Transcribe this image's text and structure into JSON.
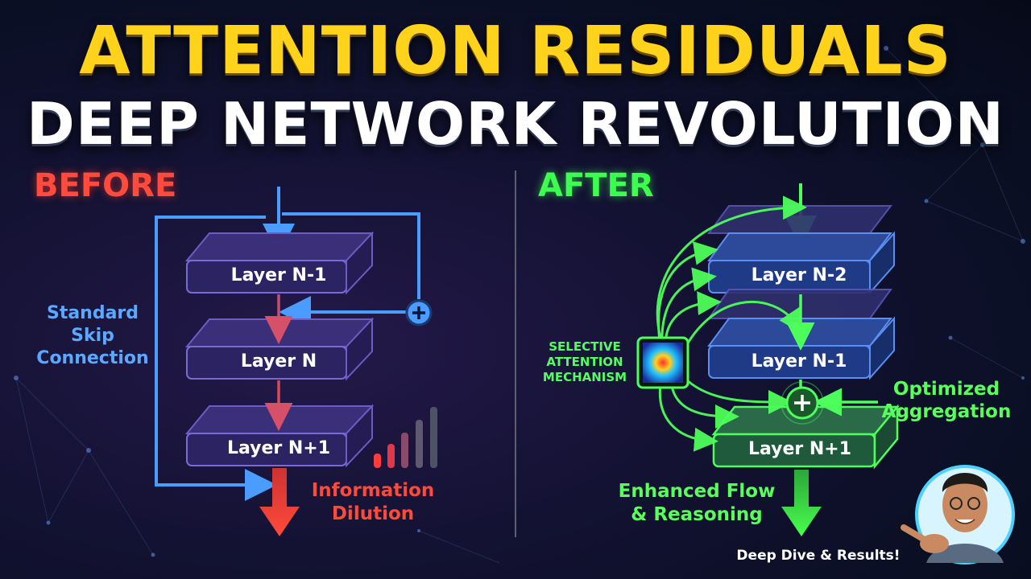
{
  "title": {
    "line1": "ATTENTION RESIDUALS",
    "line2": "DEEP NETWORK REVOLUTION"
  },
  "before": {
    "heading": "BEFORE",
    "layers": [
      "Layer N-1",
      "Layer N",
      "Layer N+1"
    ],
    "skip_label": "Standard Skip Connection",
    "dilution_label": "Information Dilution"
  },
  "after": {
    "heading": "AFTER",
    "layers": [
      "Layer N-2",
      "Layer N-1",
      "Layer N+1"
    ],
    "attention_label": "SELECTIVE ATTENTION MECHANISM",
    "aggregation_label": "Optimized Aggregation",
    "flow_label": "Enhanced Flow & Reasoning"
  },
  "cta": "Deep Dive & Results!",
  "colors": {
    "title_yellow": "#ffd21c",
    "before_red": "#ff4b3e",
    "skip_blue": "#4a9cff",
    "after_green": "#3dff4f",
    "layer_purple": "#3a2f78"
  },
  "icons": [
    "plus-icon",
    "arrow-down-icon",
    "signal-bars-icon",
    "heatmap-icon",
    "presenter-avatar",
    "pointing-hand-icon"
  ]
}
